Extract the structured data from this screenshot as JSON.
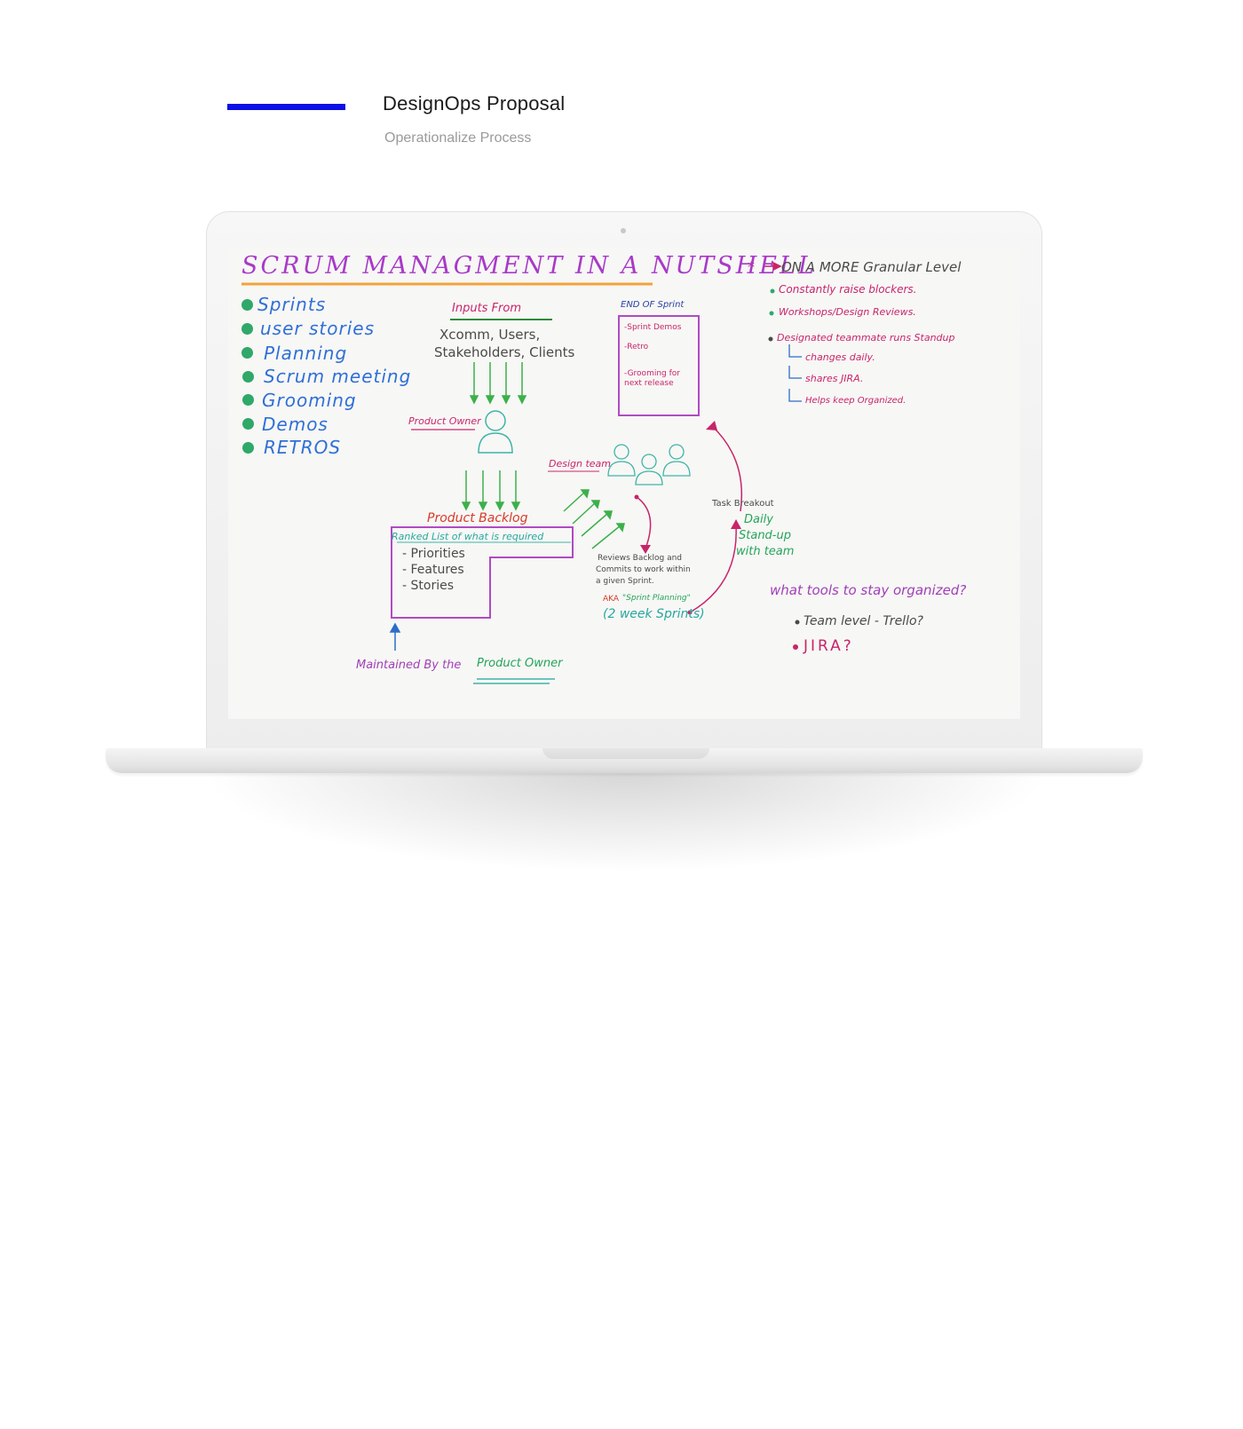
{
  "header": {
    "title": "DesignOps Proposal",
    "subtitle": "Operationalize Process",
    "accent_color": "#0a10e6"
  },
  "whiteboard": {
    "title": "SCRUM MANAGMENT IN A NUTSHELL",
    "list": [
      "Sprints",
      "user stories",
      "Planning",
      "Scrum meeting",
      "Grooming",
      "Demos",
      "RETROS"
    ],
    "inputs_heading": "Inputs From",
    "inputs_line1": "Xcomm, Users,",
    "inputs_line2": "Stakeholders, Clients",
    "product_owner": "Product Owner",
    "design_team": "Design team",
    "product_backlog": "Product Backlog",
    "ranked_list": "Ranked List of what is required",
    "backlog_items": [
      "Priorities",
      "Features",
      "Stories"
    ],
    "maintained_by": "Maintained By the",
    "maintained_owner": "Product Owner",
    "reviews_line1": "Reviews Backlog and",
    "reviews_line2": "Commits to work within",
    "reviews_line3": "a given Sprint.",
    "aka": "AKA",
    "sprint_planning": "\"Sprint Planning\"",
    "two_week": "(2 week Sprints)",
    "task_breakout": "Task Breakout",
    "daily_line1": "Daily",
    "daily_line2": "Stand-up",
    "daily_line3": "with team",
    "end_of_sprint": "END OF Sprint",
    "end_items": [
      "-Sprint Demos",
      "-Retro",
      "-Grooming for",
      "next release"
    ],
    "granular_heading": "ON A MORE Granular Level",
    "granular_items": [
      "Constantly raise blockers.",
      "Workshops/Design Reviews.",
      "Designated teammate runs Standup"
    ],
    "standup_subitems": [
      "changes daily.",
      "shares JIRA.",
      "Helps keep Organized."
    ],
    "tools_question": "what tools to stay organized?",
    "tools_items": [
      "Team level - Trello?",
      "JIRA?"
    ]
  }
}
